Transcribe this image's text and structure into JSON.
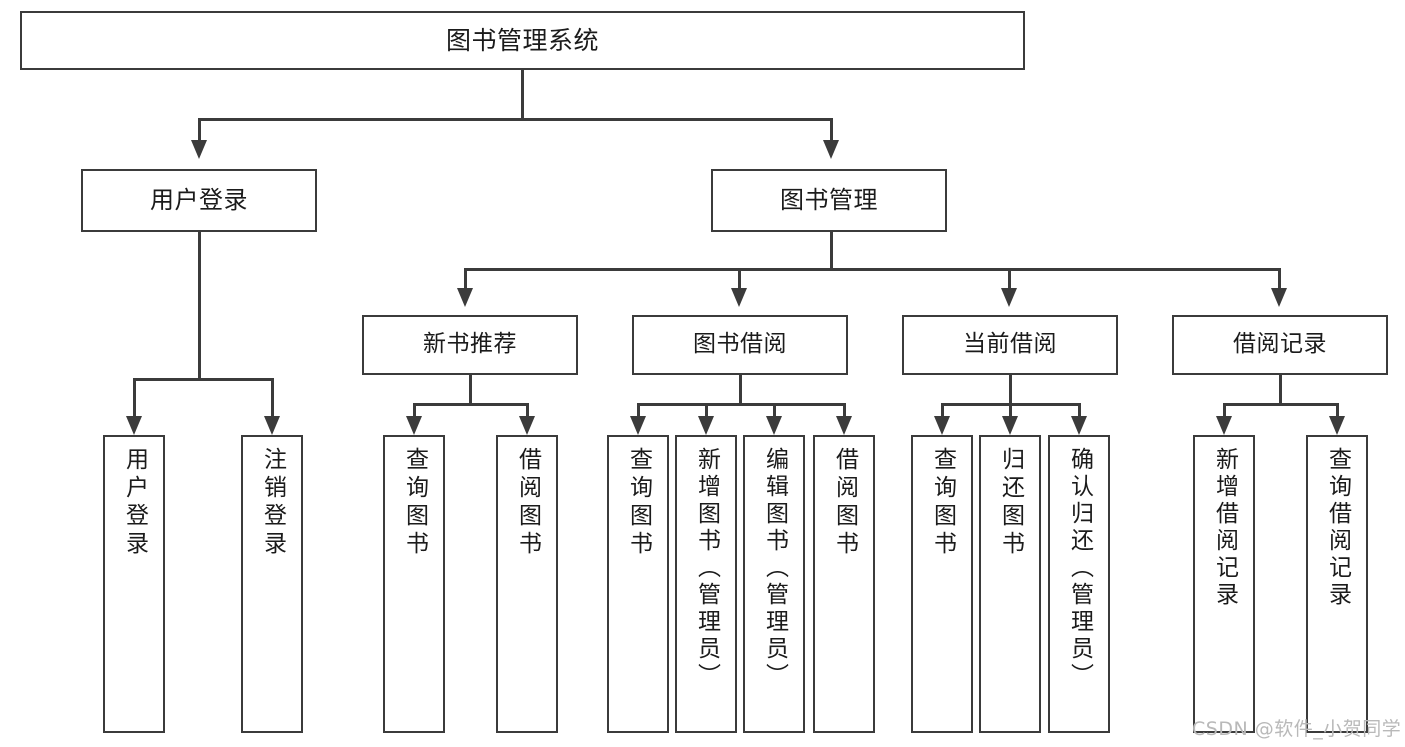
{
  "diagram": {
    "type": "tree",
    "title": "图书管理系统",
    "root": {
      "label": "图书管理系统"
    },
    "level2": [
      {
        "label": "用户登录"
      },
      {
        "label": "图书管理"
      }
    ],
    "level3": [
      {
        "label": "新书推荐"
      },
      {
        "label": "图书借阅"
      },
      {
        "label": "当前借阅"
      },
      {
        "label": "借阅记录"
      }
    ],
    "leaves": {
      "user_login": [
        {
          "label": "用户登录"
        },
        {
          "label": "注销登录"
        }
      ],
      "new_book_recommend": [
        {
          "label": "查询图书"
        },
        {
          "label": "借阅图书"
        }
      ],
      "book_borrow": [
        {
          "label": "查询图书"
        },
        {
          "label": "新增图书（管理员）"
        },
        {
          "label": "编辑图书（管理员）"
        },
        {
          "label": "借阅图书"
        }
      ],
      "current_borrow": [
        {
          "label": "查询图书"
        },
        {
          "label": "归还图书"
        },
        {
          "label": "确认归还（管理员）"
        }
      ],
      "borrow_record": [
        {
          "label": "新增借阅记录"
        },
        {
          "label": "查询借阅记录"
        }
      ]
    }
  },
  "watermark": {
    "text": "CSDN @软件_小贺同学"
  },
  "colors": {
    "stroke": "#3b3b3b",
    "background": "#ffffff",
    "text": "#1b1b1b",
    "watermark": "#b9b9b9"
  }
}
